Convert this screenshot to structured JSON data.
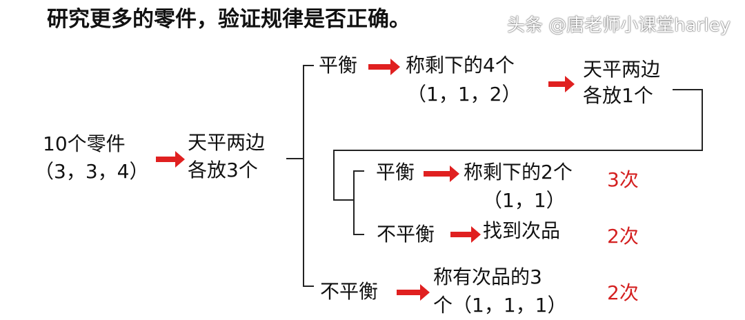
{
  "title": "研究更多的零件，验证规律是否正确。",
  "root": {
    "line1": "10个零件",
    "line2": "（3，3，4）"
  },
  "step1": {
    "line1": "天平两边",
    "line2": "各放3个"
  },
  "balanced1": {
    "label": "平衡",
    "result1": "称剩下的4个",
    "result2": "（1，1，2）"
  },
  "step2": {
    "line1": "天平两边",
    "line2": "各放1个"
  },
  "balanced2": {
    "label": "平衡",
    "result1": "称剩下的2个",
    "result2": "（1，1）",
    "count": "3次"
  },
  "unbalanced2": {
    "label": "不平衡",
    "result": "找到次品",
    "count": "2次"
  },
  "unbalanced1": {
    "label": "不平衡",
    "result1": "称有次品的3",
    "result2": "个（1，1，1）",
    "count": "2次"
  },
  "watermark": "头条 @唐老师小课堂harley",
  "colors": {
    "arrow": "#e02020",
    "count": "#d42020"
  }
}
